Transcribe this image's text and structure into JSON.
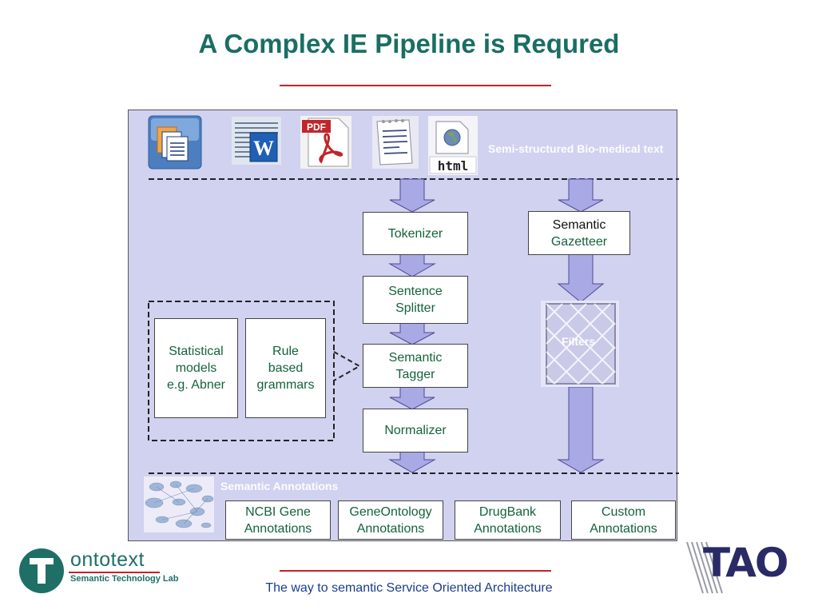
{
  "slide": {
    "title": "A Complex IE Pipeline is Requred",
    "footer": "The way to semantic Service Oriented Architecture"
  },
  "diagram": {
    "input_label": "Semi-structured Bio-medical text",
    "input_icons": [
      "document-stack-icon",
      "word-document-icon",
      "pdf-icon",
      "text-notepad-icon",
      "html-globe-icon"
    ],
    "html_icon_text": "html",
    "pdf_icon_text": "PDF",
    "pipeline": {
      "tokenizer": "Tokenizer",
      "sentence_splitter": [
        "Sentence",
        "Splitter"
      ],
      "semantic_tagger": [
        "Semantic",
        "Tagger"
      ],
      "normalizer": "Normalizer"
    },
    "gazetteer": [
      "Semantic",
      "Gazetteer"
    ],
    "filters": "Filters",
    "models": {
      "statistical": [
        "Statistical",
        "models",
        "e.g. Abner"
      ],
      "rules": [
        "Rule",
        "based",
        "grammars"
      ]
    },
    "annotations_label": "Semantic Annotations",
    "annotations": [
      [
        "NCBI Gene",
        "Annotations"
      ],
      [
        "GeneOntology",
        "Annotations"
      ],
      [
        "DrugBank",
        "Annotations"
      ],
      [
        "Custom",
        "Annotations"
      ]
    ]
  },
  "logos": {
    "ontotext_name": "ontotext",
    "ontotext_tagline": "Semantic Technology Lab",
    "tao": "TAO"
  },
  "colors": {
    "title": "#1a6e63",
    "accent_red": "#c8202a",
    "panel": "#d1d1f0",
    "arrow": "#a9a9e6",
    "box_text": "#14633a",
    "footer": "#1b3d8a"
  }
}
